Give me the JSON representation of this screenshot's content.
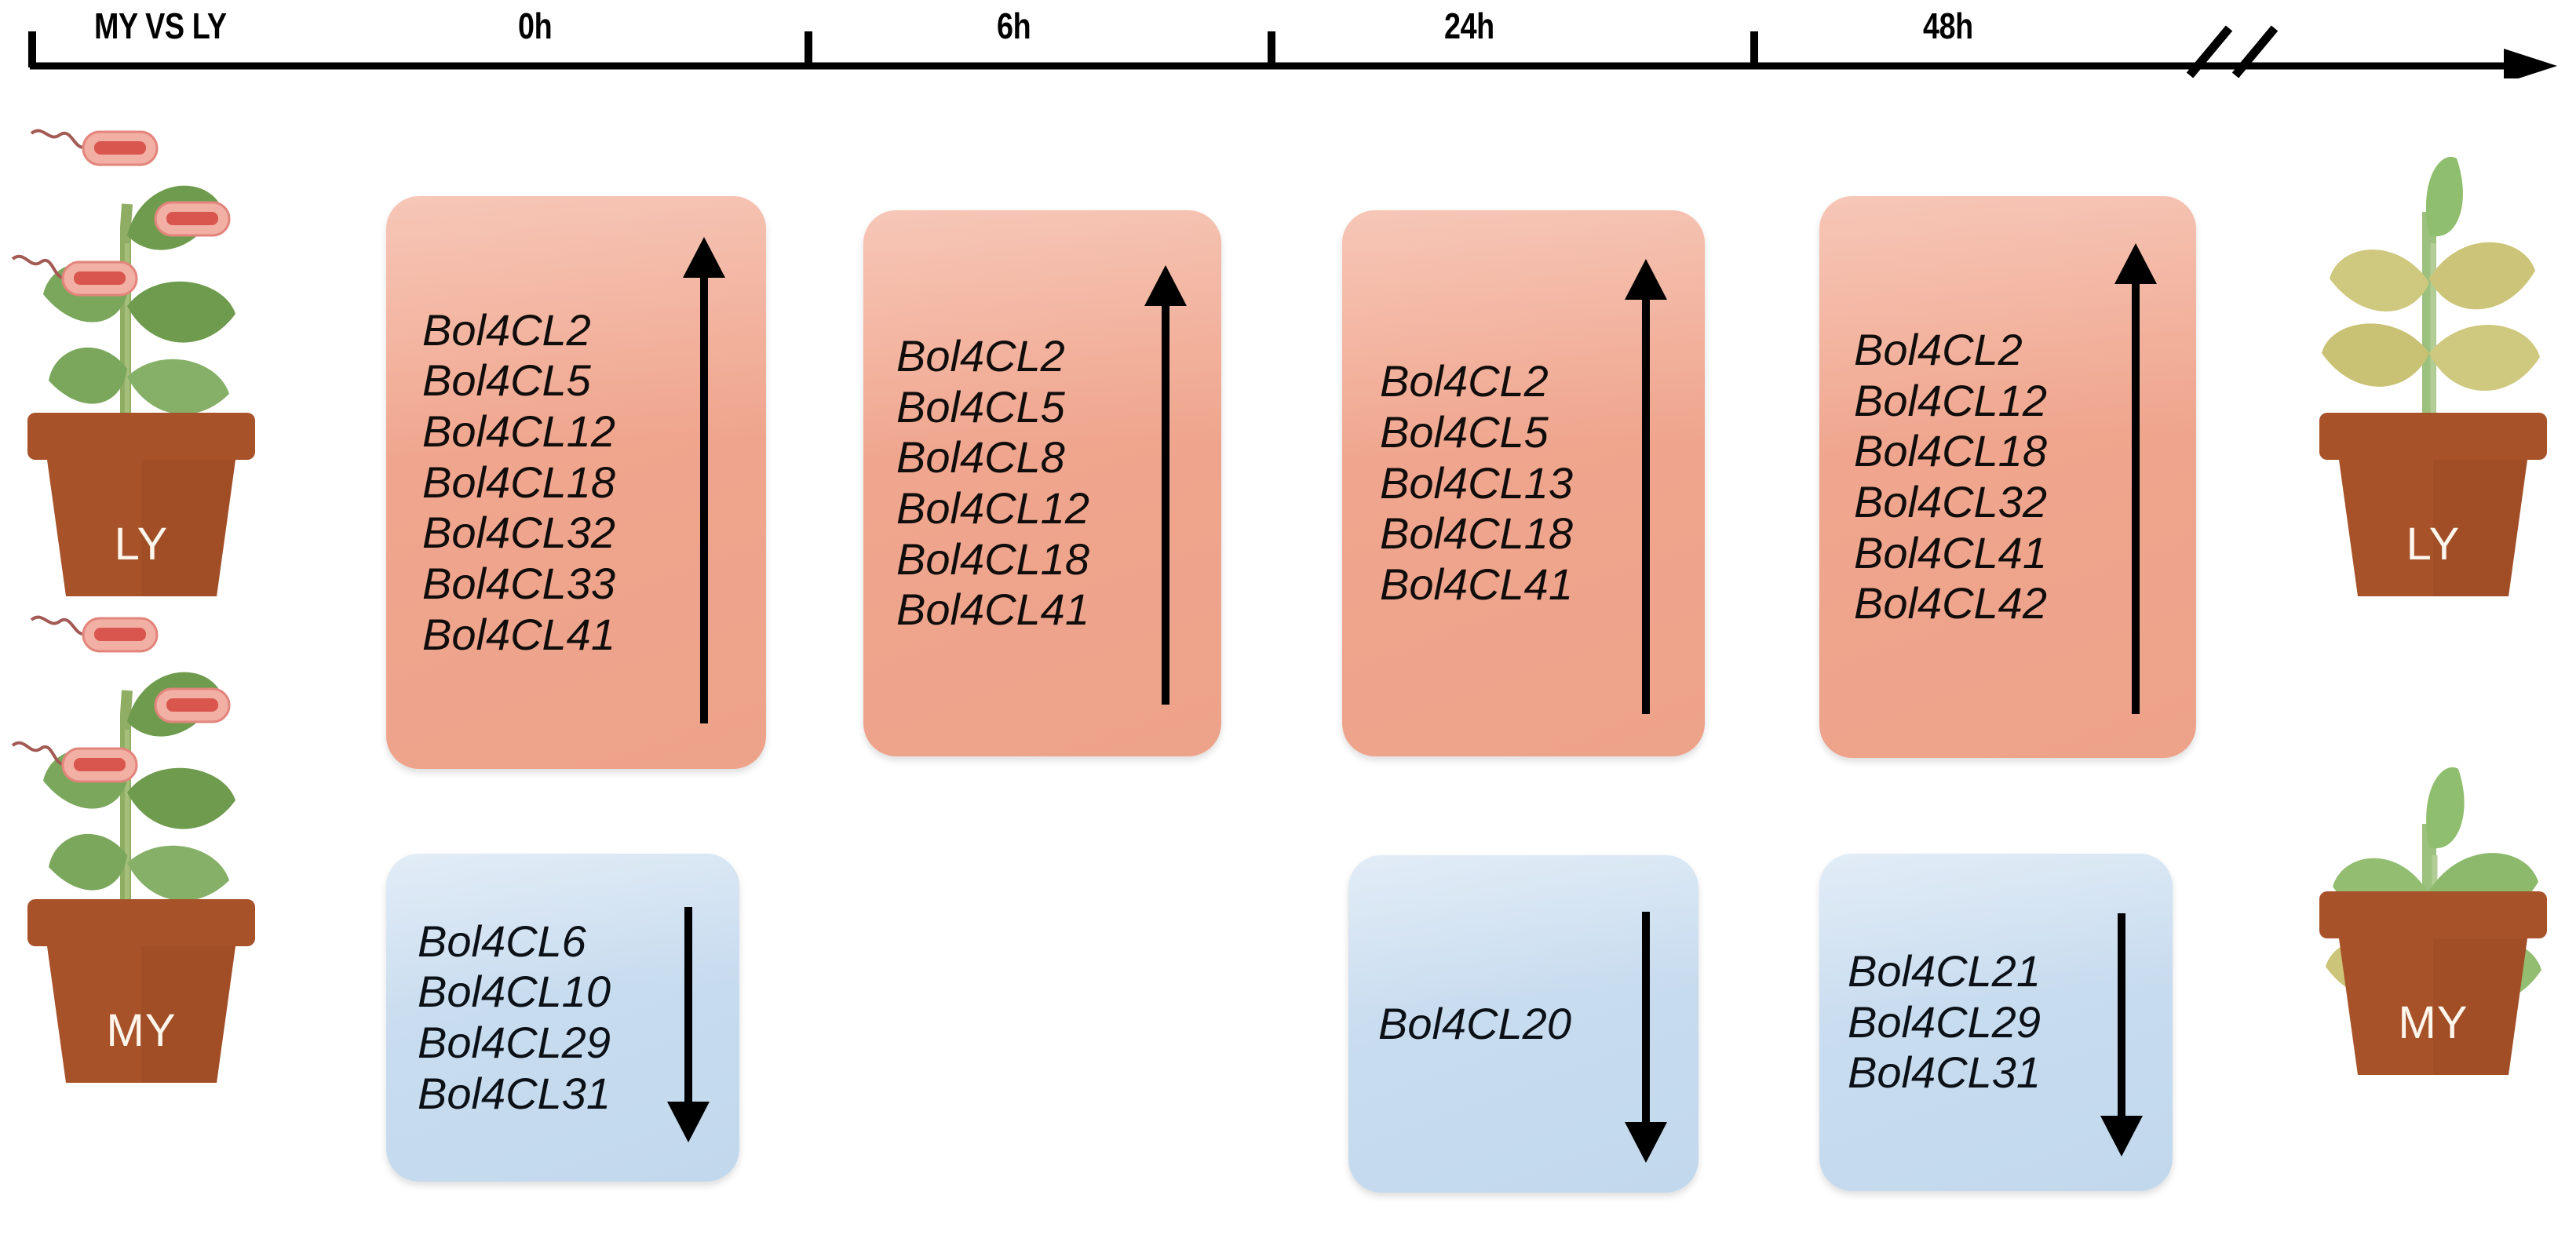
{
  "timeline": {
    "comparison_label": "MY VS LY",
    "ticks": [
      "0h",
      "6h",
      "24h",
      "48h"
    ],
    "break_marker": "//",
    "arrow_direction": "right",
    "axis_color": "#000000"
  },
  "legend_colors": {
    "upregulated_box": "#F0A68E",
    "downregulated_box": "#C8DCEF",
    "pot": "#A8522A",
    "pot_rim": "#9C4C26",
    "leaf_healthy": "#7FA85A",
    "leaf_chlorotic": "#C9BE5E",
    "bacteria": "#E06A62"
  },
  "columns": [
    {
      "time": "0h",
      "up": {
        "direction": "up",
        "genes": [
          "Bol4CL2",
          "Bol4CL5",
          "Bol4CL12",
          "Bol4CL18",
          "Bol4CL32",
          "Bol4CL33",
          "Bol4CL41"
        ]
      },
      "down": {
        "direction": "down",
        "genes": [
          "Bol4CL6",
          "Bol4CL10",
          "Bol4CL29",
          "Bol4CL31"
        ]
      }
    },
    {
      "time": "6h",
      "up": {
        "direction": "up",
        "genes": [
          "Bol4CL2",
          "Bol4CL5",
          "Bol4CL8",
          "Bol4CL12",
          "Bol4CL18",
          "Bol4CL41"
        ]
      },
      "down": {
        "direction": "down",
        "genes": []
      }
    },
    {
      "time": "24h",
      "up": {
        "direction": "up",
        "genes": [
          "Bol4CL2",
          "Bol4CL5",
          "Bol4CL13",
          "Bol4CL18",
          "Bol4CL41"
        ]
      },
      "down": {
        "direction": "down",
        "genes": [
          "Bol4CL20"
        ]
      }
    },
    {
      "time": "48h",
      "up": {
        "direction": "up",
        "genes": [
          "Bol4CL2",
          "Bol4CL12",
          "Bol4CL18",
          "Bol4CL32",
          "Bol4CL41",
          "Bol4CL42"
        ]
      },
      "down": {
        "direction": "down",
        "genes": [
          "Bol4CL21",
          "Bol4CL29",
          "Bol4CL31"
        ]
      }
    }
  ],
  "plants": {
    "left_top": {
      "pot_label": "LY",
      "state": "inoculated-green",
      "has_bacteria": true
    },
    "left_bottom": {
      "pot_label": "MY",
      "state": "inoculated-green",
      "has_bacteria": true
    },
    "right_top": {
      "pot_label": "LY",
      "state": "chlorotic-severe",
      "has_bacteria": false
    },
    "right_bottom": {
      "pot_label": "MY",
      "state": "chlorotic-mild",
      "has_bacteria": false
    }
  },
  "genes_0h_up_0": "Bol4CL2",
  "genes_0h_up_1": "Bol4CL5",
  "genes_0h_up_2": "Bol4CL12",
  "genes_0h_up_3": "Bol4CL18",
  "genes_0h_up_4": "Bol4CL32",
  "genes_0h_up_5": "Bol4CL33",
  "genes_0h_up_6": "Bol4CL41"
}
